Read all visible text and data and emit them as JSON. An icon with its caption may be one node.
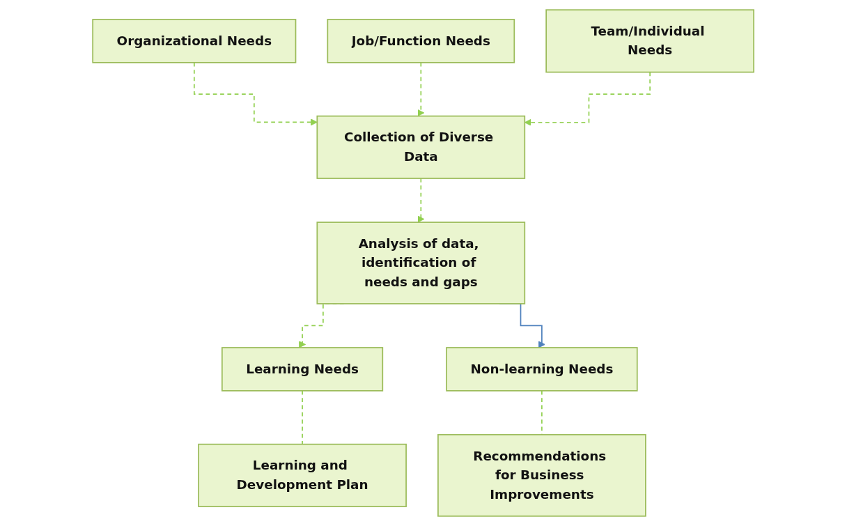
{
  "diagram": {
    "nodes": [
      {
        "text": [
          "Organizational Needs"
        ]
      },
      {
        "text": [
          "Job/Function Needs"
        ]
      },
      {
        "text": [
          "Team/Individual Needs"
        ]
      },
      {
        "text": [
          "Collection of Diverse Data"
        ]
      },
      {
        "text": [
          "Analysis of data, identification of needs and gaps"
        ]
      },
      {
        "text": [
          "Learning Needs"
        ]
      },
      {
        "text": [
          "Non-learning Needs"
        ]
      },
      {
        "text": [
          "Learning and Development Plan"
        ]
      },
      {
        "text": [
          "Recommendations for Business Improvements"
        ]
      }
    ],
    "edges": [
      {
        "from": 0,
        "to": 3,
        "arrow": "to",
        "style": "dashed"
      },
      {
        "from": 1,
        "to": 3,
        "arrow": "to",
        "style": "dashed"
      },
      {
        "from": 2,
        "to": 3,
        "arrow": "to",
        "style": "dashed"
      },
      {
        "from": 3,
        "to": 4,
        "arrow": "to",
        "style": "dashed"
      },
      {
        "from": 4,
        "to": 5,
        "arrow": "to",
        "style": "dashed"
      },
      {
        "from": 4,
        "to": 6,
        "arrow": "to",
        "color": "#4f81bd"
      },
      {
        "from": 5,
        "to": 7,
        "arrow": "none",
        "style": "dashed"
      },
      {
        "from": 6,
        "to": 8,
        "arrow": "none",
        "style": "dashed"
      }
    ]
  }
}
